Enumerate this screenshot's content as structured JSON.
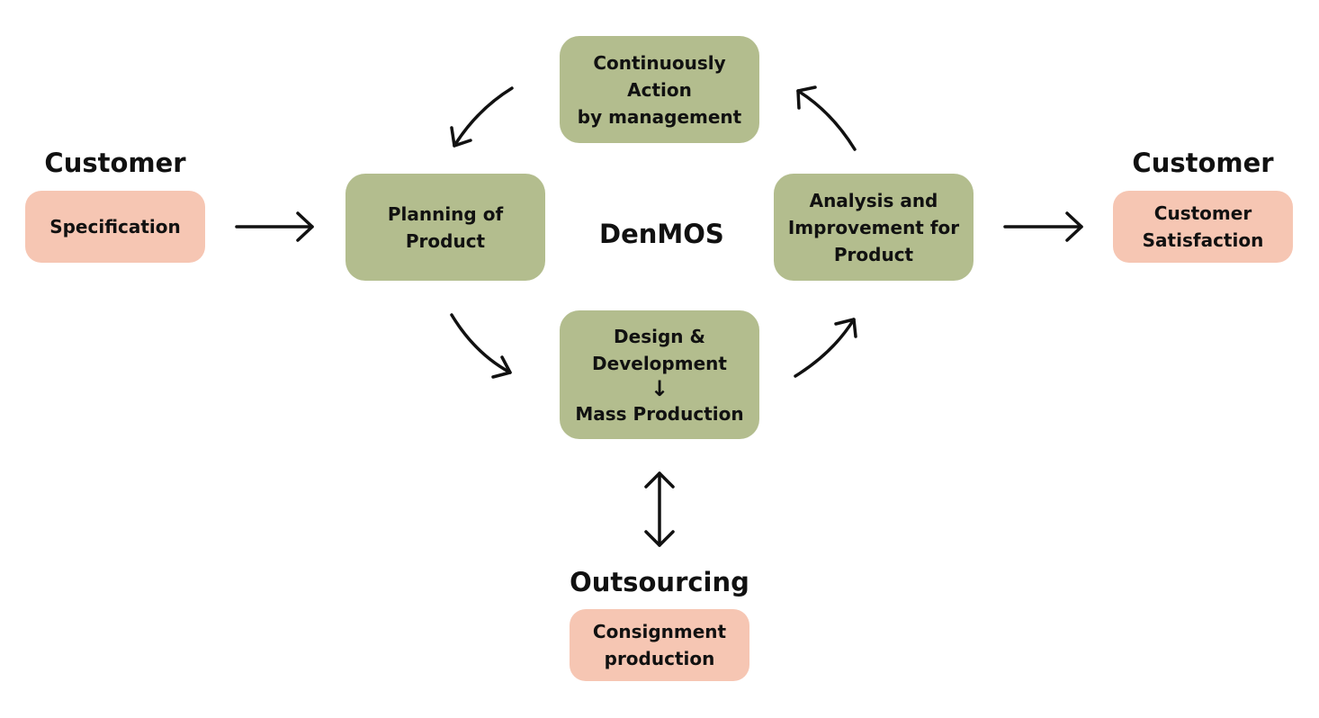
{
  "colors": {
    "process_box": "#b3bd8e",
    "external_box": "#f6c6b3",
    "arrow": "#111111"
  },
  "center_label": "DenMOS",
  "left": {
    "heading": "Customer",
    "box_label": "Specification"
  },
  "right": {
    "heading": "Customer",
    "box_lines": [
      "Customer",
      "Satisfaction"
    ]
  },
  "bottom": {
    "heading": "Outsourcing",
    "box_lines": [
      "Consignment",
      "production"
    ]
  },
  "nodes": {
    "top": {
      "lines": [
        "Continuously",
        "Action",
        "by management"
      ]
    },
    "planning": {
      "lines": [
        "Planning of",
        "Product"
      ]
    },
    "design": {
      "lines": [
        "Design &",
        "Development",
        "↓",
        "Mass Production"
      ]
    },
    "analysis": {
      "lines": [
        "Analysis and",
        "Improvement for",
        "Product"
      ]
    }
  }
}
